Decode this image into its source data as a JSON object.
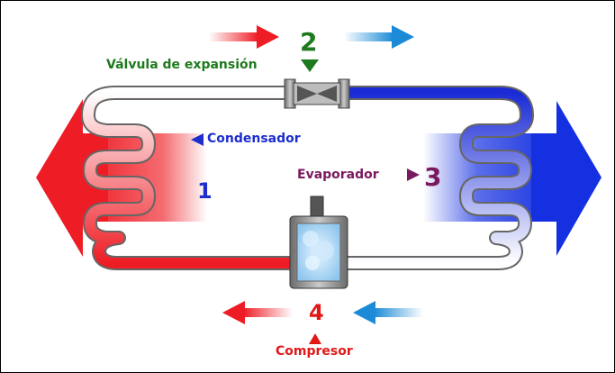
{
  "labels": {
    "expansion_valve": "Válvula de expansión",
    "condenser": "Condensador",
    "evaporator": "Evaporador",
    "compressor": "Compresor"
  },
  "steps": {
    "condenser": "1",
    "expansion_valve": "2",
    "evaporator": "3",
    "compressor": "4"
  },
  "colors": {
    "hot": "#ee1c24",
    "cold": "#1a4fd6",
    "valve_label": "#1e7a1e",
    "condenser_label": "#1d2ecf",
    "evaporator_label": "#7a1a5e",
    "compressor_label": "#e01818"
  }
}
